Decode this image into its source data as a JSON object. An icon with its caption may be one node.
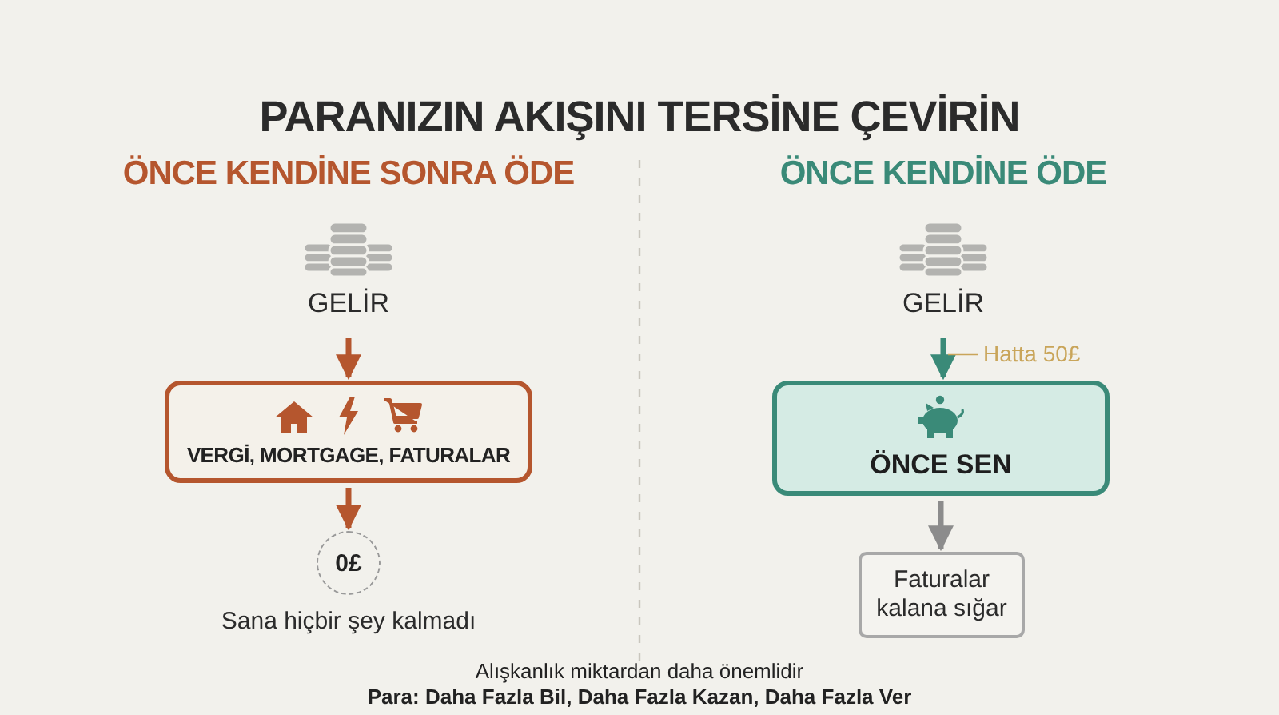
{
  "diagram": {
    "title": "PARANIZIN AKIŞINI TERSİNE ÇEVİRİN",
    "nodes": [
      {
        "text": [
          "GELİR"
        ]
      },
      {
        "text": [
          "VERGİ, MORTGAGE, FATURALAR"
        ]
      },
      {
        "text": [
          "0£"
        ],
        "beside": [
          "Sana hiçbir şey kalmadı"
        ]
      },
      {
        "text": [
          "GELİR"
        ]
      },
      {
        "text": [
          "ÖNCE SEN"
        ]
      },
      {
        "text": [
          "Faturalar kalana sığar"
        ]
      }
    ],
    "edges": [
      {
        "from": 0,
        "to": 1,
        "arrow": "to",
        "color": "#b5562e"
      },
      {
        "from": 1,
        "to": 2,
        "arrow": "to",
        "color": "#b5562e"
      },
      {
        "from": 3,
        "to": 4,
        "arrow": "to",
        "color": "#3a8a78",
        "label": "Hatta 50£"
      },
      {
        "from": 4,
        "to": 5,
        "arrow": "to",
        "color": "#8c8c8c"
      }
    ],
    "labels": [
      "ÖNCE KENDİNE SONRA ÖDE",
      "ÖNCE KENDİNE ÖDE",
      "Alışkanlık miktardan daha önemlidir",
      "Para: Daha Fazla Bil, Daha Fazla Kazan, Daha Fazla Ver"
    ]
  }
}
